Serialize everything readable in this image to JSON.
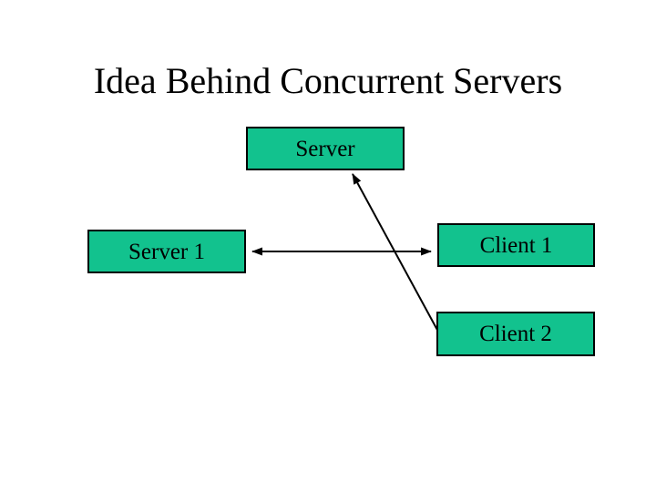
{
  "slide": {
    "title": "Idea Behind Concurrent Servers",
    "background_color": "#ffffff"
  },
  "colors": {
    "node_fill": "#12c28e",
    "node_border": "#000000",
    "arrow": "#000000",
    "title_text": "#000000"
  },
  "nodes": {
    "server": {
      "label": "Server"
    },
    "server1": {
      "label": "Server 1"
    },
    "client1": {
      "label": "Client 1"
    },
    "client2": {
      "label": "Client 2"
    }
  },
  "connectors": [
    {
      "name": "server1-client1-link",
      "type": "double-headed-arrow",
      "from": "server1",
      "to": "client1"
    },
    {
      "name": "client2-server-link",
      "type": "arrow",
      "from": "client2",
      "to": "server"
    }
  ]
}
